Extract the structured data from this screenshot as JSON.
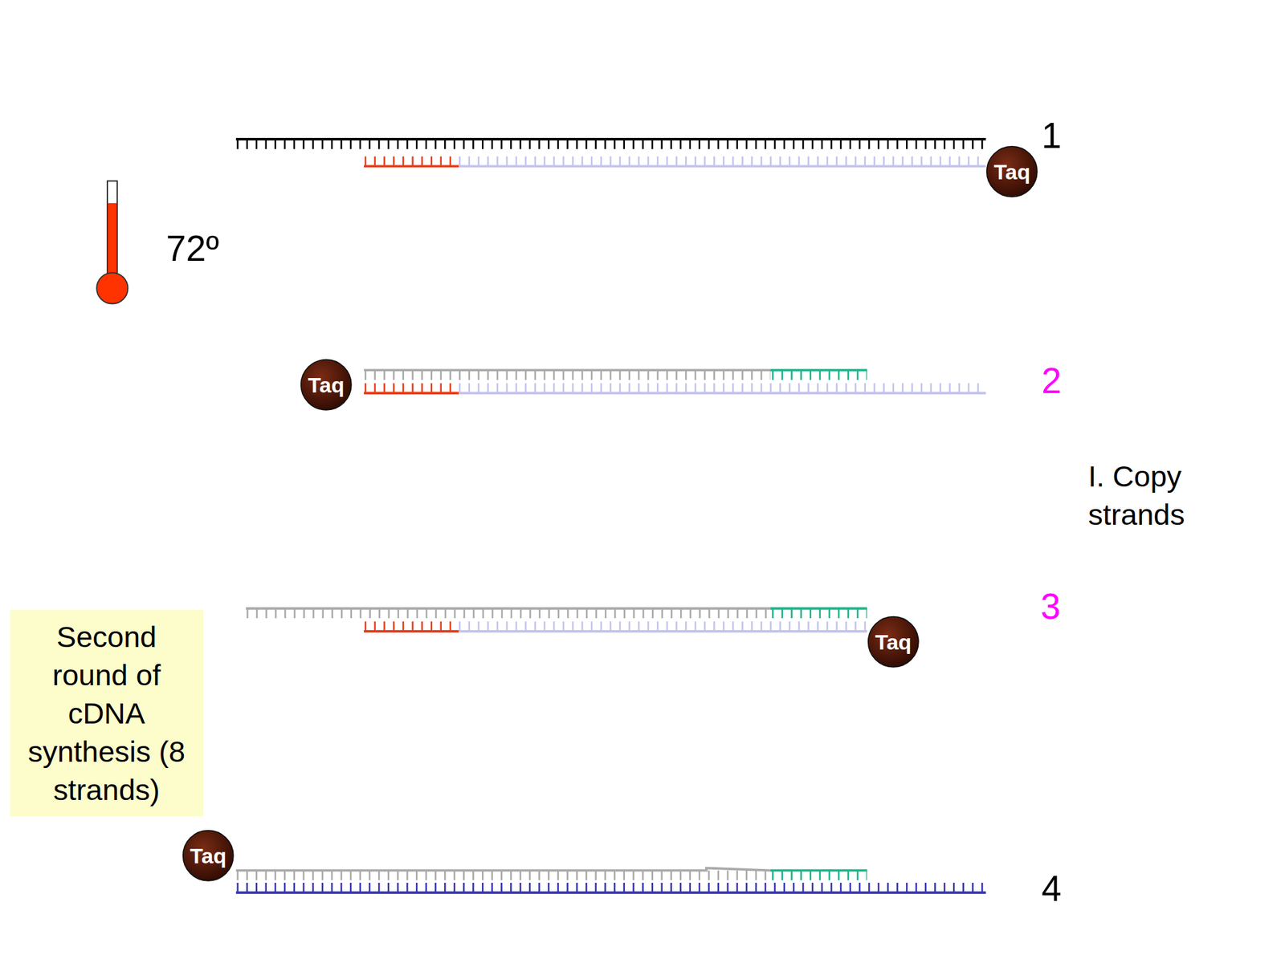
{
  "diagram": {
    "nodes": [
      {
        "text": [
          "Taq"
        ]
      },
      {
        "text": [
          "Taq"
        ]
      },
      {
        "text": [
          "Taq"
        ]
      },
      {
        "text": [
          "Second round of cDNA synthesis (8 strands)"
        ]
      },
      {
        "text": [
          "Taq"
        ]
      }
    ],
    "labels": [
      "72º",
      "1",
      "2",
      "I. Copy strands",
      "3",
      "4"
    ]
  }
}
